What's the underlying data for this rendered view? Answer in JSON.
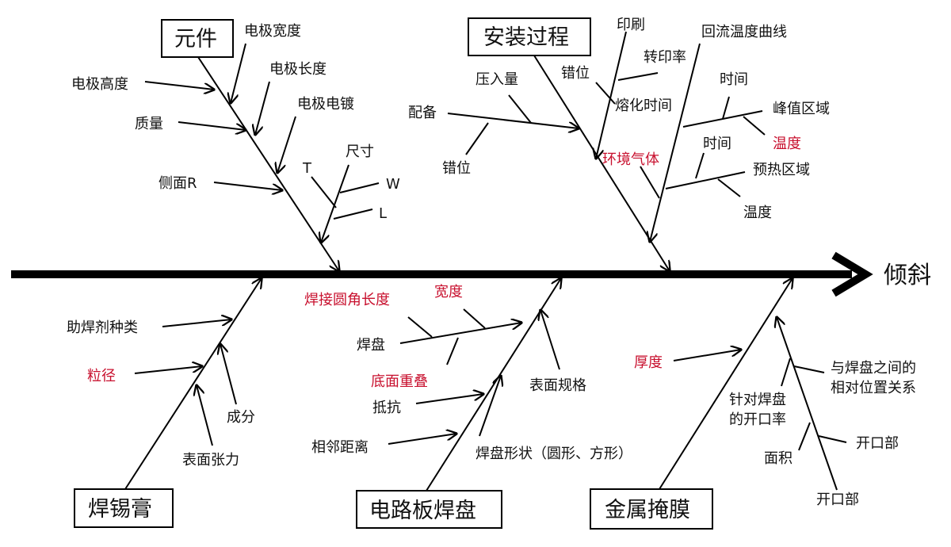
{
  "effect": "倾斜",
  "categories": {
    "components": "元件",
    "mounting": "安装过程",
    "paste": "焊锡膏",
    "pcb": "电路板焊盘",
    "stencil": "金属掩膜"
  },
  "causes": {
    "electrode_width": "电极宽度",
    "electrode_length": "电极长度",
    "electrode_height": "电极高度",
    "quality": "质量",
    "electrode_plating": "电极电镀",
    "size": "尺寸",
    "t": "T",
    "w": "W",
    "l": "L",
    "side_r": "侧面R",
    "print": "印刷",
    "reflow_profile": "回流温度曲线",
    "press_in": "压入量",
    "misalign_a": "错位",
    "transfer_rate": "转印率",
    "time_a": "时间",
    "melt_time": "熔化时间",
    "peak_zone": "峰值区域",
    "placement": "配备",
    "temp_a": "温度",
    "env_gas": "环境气体",
    "time_b": "时间",
    "misalign_b": "错位",
    "preheat_zone": "预热区域",
    "temp_b": "温度",
    "flux_type": "助焊剂种类",
    "particle_size": "粒径",
    "composition": "成分",
    "surface_tension": "表面张力",
    "fillet_length": "焊接圆角长度",
    "width": "宽度",
    "pad": "焊盘",
    "bottom_overlap": "底面重叠",
    "surface_spec": "表面规格",
    "resist": "抵抗",
    "adjacent_distance": "相邻距离",
    "pad_shape": "焊盘形状（圆形、方形）",
    "thickness": "厚度",
    "relative_position_1": "与焊盘之间的",
    "relative_position_2": "相对位置关系",
    "opening_rate_1": "针对焊盘",
    "opening_rate_2": "的开口率",
    "area": "面积",
    "opening_a": "开口部",
    "opening_b": "开口部"
  }
}
